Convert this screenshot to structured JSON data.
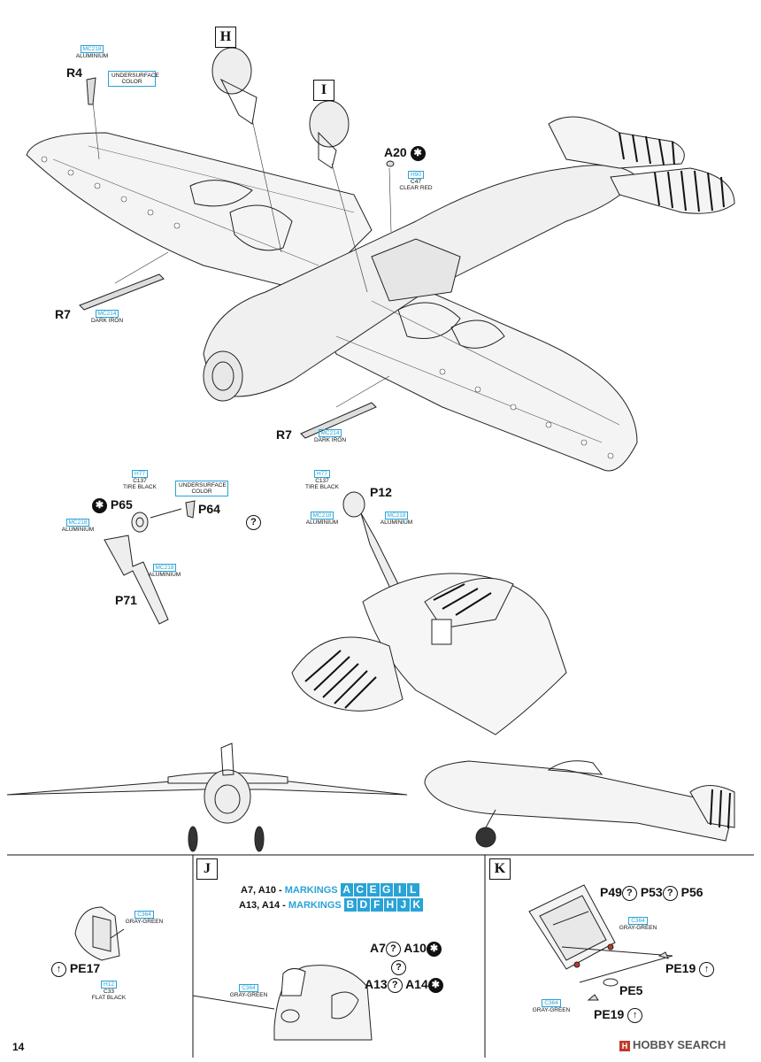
{
  "page_number": "14",
  "watermark": {
    "icon": "hobby-search-logo",
    "text": "HOBBY SEARCH"
  },
  "steps": {
    "H": "H",
    "I": "I",
    "J": "J",
    "K": "K"
  },
  "parts": {
    "r4": "R4",
    "r7_top": "R7",
    "r7_bottom": "R7",
    "a20": "A20",
    "p65": "P65",
    "p64": "P64",
    "p71": "P71",
    "p12": "P12",
    "pe17": "PE17",
    "pe5": "PE5",
    "pe19_right": "PE19",
    "pe19_bottom": "PE19",
    "p49": "P49",
    "p53": "P53",
    "p56": "P56"
  },
  "colors": {
    "r4_code": "MC218",
    "r4_name": "ALUMINIUM",
    "r4_under": "UNDERSURFACE COLOR",
    "a20_code": "H90",
    "a20_code2": "C47",
    "a20_name": "CLEAR RED",
    "r7_top_code": "MC214",
    "r7_top_name": "DARK IRON",
    "r7_bot_code": "MC214",
    "r7_bot_name": "DARK IRON",
    "p65_tire_code": "H77",
    "p65_tire_code2": "C137",
    "p65_tire_name": "TIRE BLACK",
    "p64_under": "UNDERSURFACE COLOR",
    "p65_alu_code": "MC218",
    "p65_alu_name": "ALUMINIUM",
    "p71_alu_code": "MC218",
    "p71_alu_name": "ALUMINIUM",
    "p12_tire_code": "H77",
    "p12_tire_code2": "C137",
    "p12_tire_name": "TIRE BLACK",
    "p12_alu1_code": "MC218",
    "p12_alu1_name": "ALUMINIUM",
    "p12_alu2_code": "MC218",
    "p12_alu2_name": "ALUMINIUM",
    "pe17_gg_code": "C364",
    "pe17_gg_name": "GRAY-GREEN",
    "pe17_fb_code": "H12",
    "pe17_fb_code2": "C33",
    "pe17_fb_name": "FLAT BLACK",
    "j_gg_code": "C364",
    "j_gg_name": "GRAY-GREEN",
    "k_gg1_code": "C364",
    "k_gg1_name": "GRAY-GREEN",
    "k_gg2_code": "C364",
    "k_gg2_name": "GRAY-GREEN"
  },
  "markings": {
    "row1_prefix": "A7, A10 - ",
    "row1_label": "MARKINGS",
    "row1_letters": [
      "A",
      "C",
      "E",
      "G",
      "I",
      "L"
    ],
    "row2_prefix": "A13, A14 - ",
    "row2_label": "MARKINGS",
    "row2_letters": [
      "B",
      "D",
      "F",
      "H",
      "J",
      "K"
    ]
  },
  "j_parts": {
    "a7": "A7",
    "a10": "A10",
    "a13": "A13",
    "a14": "A14"
  },
  "symbols": {
    "use_part": "?",
    "dont_use": "✱",
    "bend": "↑"
  },
  "accent": "#29a3d6"
}
